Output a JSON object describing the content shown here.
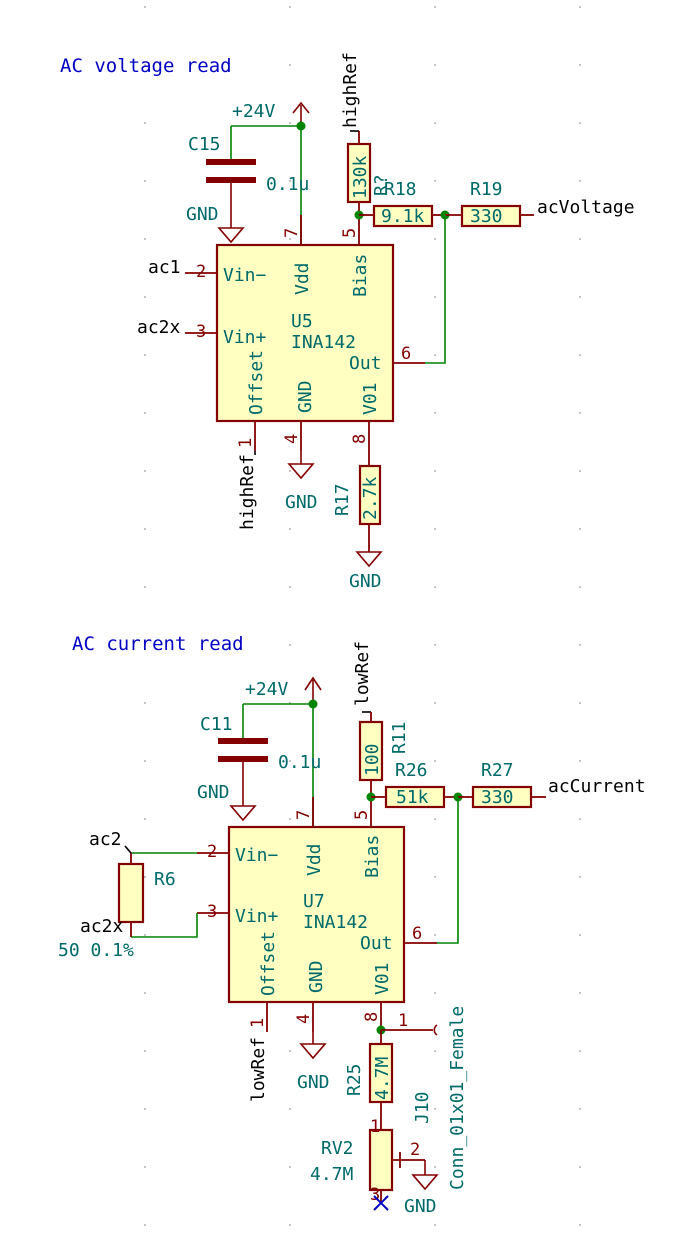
{
  "sections": {
    "voltage_title": "AC voltage read",
    "current_title": "AC current read"
  },
  "voltage": {
    "pwr": "+24V",
    "c15_ref": "C15",
    "c15_val": "0.1u",
    "gnd": "GND",
    "u5_ref": "U5",
    "u5_val": "INA142",
    "vin_minus": "Vin−",
    "vin_plus": "Vin+",
    "vdd": "Vdd",
    "bias": "Bias",
    "out": "Out",
    "offset": "Offset",
    "gnd_pin": "GND",
    "vo1": "V01",
    "pin1": "1",
    "pin2": "2",
    "pin3": "3",
    "pin4": "4",
    "pin5": "5",
    "pin6": "6",
    "pin7": "7",
    "pin8": "8",
    "net_ac1": "ac1",
    "net_ac2x": "ac2x",
    "net_highref_top": "highRef",
    "net_highref_bot": "highRef",
    "net_acvoltage": "acVoltage",
    "r130_val": "130k",
    "r130_ref": "R?",
    "r18_ref": "R18",
    "r18_val": "9.1k",
    "r19_ref": "R19",
    "r19_val": "330",
    "r17_ref": "R17",
    "r17_val": "2.7k",
    "gnd_u5": "GND",
    "gnd_r17": "GND"
  },
  "current": {
    "pwr": "+24V",
    "c11_ref": "C11",
    "c11_val": "0.1u",
    "gnd": "GND",
    "u7_ref": "U7",
    "u7_val": "INA142",
    "vin_minus": "Vin−",
    "vin_plus": "Vin+",
    "vdd": "Vdd",
    "bias": "Bias",
    "out": "Out",
    "offset": "Offset",
    "gnd_pin": "GND",
    "vo1": "V01",
    "pin1": "1",
    "pin2": "2",
    "pin3": "3",
    "pin4": "4",
    "pin5": "5",
    "pin6": "6",
    "pin7": "7",
    "pin8": "8",
    "net_ac2": "ac2",
    "net_ac2x": "ac2x",
    "r6_ref": "R6",
    "r6_val": "50 0.1%",
    "net_lowref_top": "lowRef",
    "net_lowref_bot": "lowRef",
    "net_accurrent": "acCurrent",
    "r11_ref": "R11",
    "r11_val": "100",
    "r26_ref": "R26",
    "r26_val": "51k",
    "r27_ref": "R27",
    "r27_val": "330",
    "r25_ref": "R25",
    "r25_val": "4.7M",
    "j10_ref": "J10",
    "j10_val": "Conn_01x01_Female",
    "j10_pin": "1",
    "rv2_ref": "RV2",
    "rv2_val": "4.7M",
    "rv2_pin1": "1",
    "rv2_pin2": "2",
    "rv2_pin3": "3",
    "gnd_u7": "GND",
    "gnd_rv2": "GND"
  }
}
